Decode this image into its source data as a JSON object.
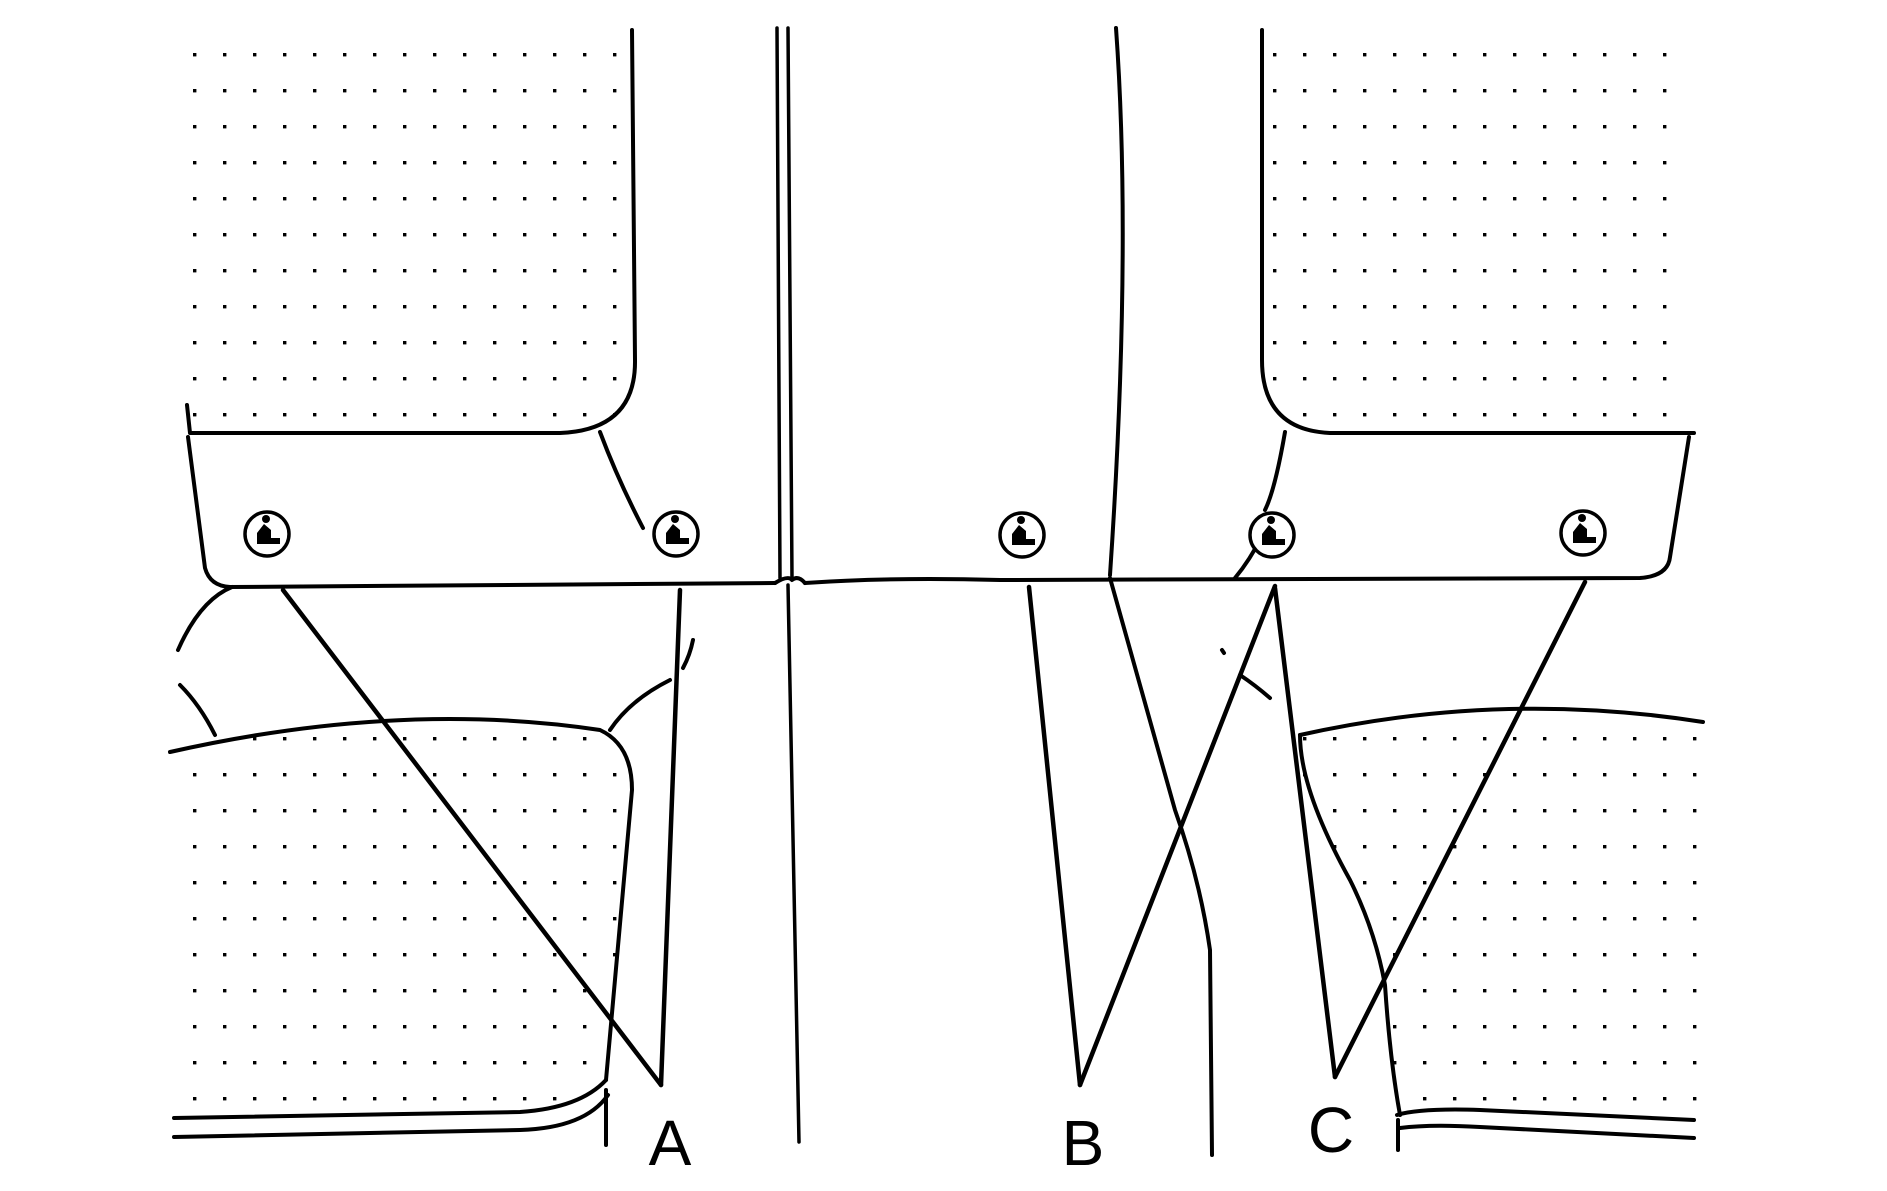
{
  "labels": {
    "a": "A",
    "b": "B",
    "c": "C"
  },
  "icons": {
    "anchor": "child-seat-anchor-icon"
  },
  "colors": {
    "line": "#000000",
    "background": "#ffffff"
  }
}
